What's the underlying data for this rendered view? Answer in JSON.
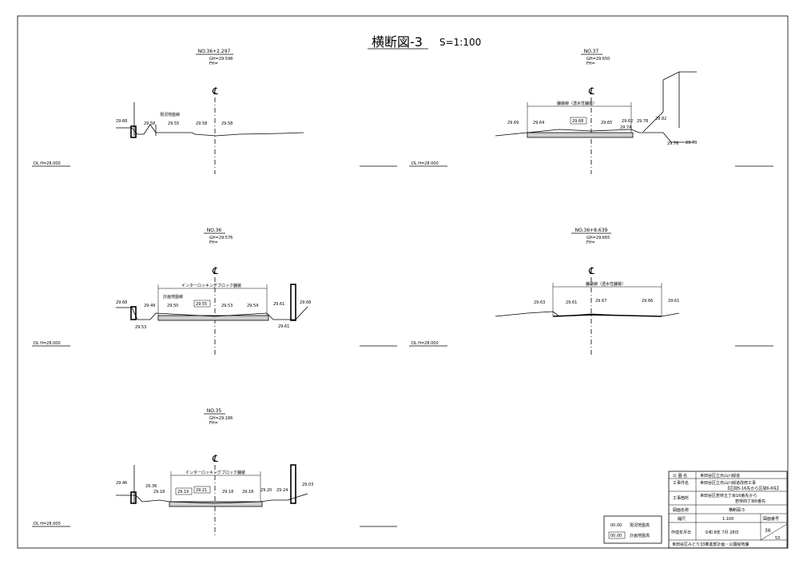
{
  "title": {
    "name": "横断図-3",
    "scale": "S=1:100"
  },
  "sections": [
    {
      "id": "no36p2297",
      "station": "NO.36+2.297",
      "gh": "GH=29.598",
      "fh": "FH=",
      "datum": "DL H=28.000",
      "labels": [
        "29.68",
        "29.58",
        "29.55",
        "29.58",
        "29.58"
      ],
      "note": "現況地盤線"
    },
    {
      "id": "no37",
      "station": "NO.37",
      "gh": "GH=29.650",
      "fh": "FH=",
      "datum": "DL H=28.000",
      "labels": [
        "29.69",
        "29.64",
        "29.68",
        "29.65",
        "29.62",
        "29.78",
        "29.74",
        "29.82",
        "29.76",
        "29.73"
      ],
      "note": "舗装線（透水性舗装）"
    },
    {
      "id": "no36",
      "station": "NO.36",
      "gh": "GH=29.576",
      "fh": "FH=",
      "datum": "DL H=28.000",
      "labels": [
        "29.68",
        "29.49",
        "29.50",
        "29.55",
        "29.53",
        "29.54",
        "29.61",
        "29.68",
        "29.53",
        "29.61"
      ],
      "note": "計画地盤線",
      "note2": "インターロッキングブロック舗装"
    },
    {
      "id": "no36p8639",
      "station": "NO.36+8.639",
      "gh": "GH=29.665",
      "fh": "FH=",
      "datum": "DL H=28.000",
      "labels": [
        "29.63",
        "29.61",
        "29.67",
        "29.66",
        "29.61"
      ],
      "note": "舗装線（透水性舗装）"
    },
    {
      "id": "no35",
      "station": "NO.35",
      "gh": "GH=29.186",
      "fh": "FH=",
      "datum": "DL H=28.000",
      "labels": [
        "29.46",
        "29.36",
        "29.18",
        "29.19",
        "29.21",
        "29.18",
        "29.18",
        "29.20",
        "29.24",
        "29.03"
      ],
      "note2": "インターロッキングブロック舗装"
    }
  ],
  "centerline_symbol": "℄",
  "legend": {
    "existing_value": "00.00",
    "existing_label": "現況地盤高",
    "planned_value": "00.00",
    "planned_label": "計画地盤高"
  },
  "title_block": {
    "r1_label": "公 園 名",
    "r1_value": "世田谷区立烏山川緑道",
    "r2_label": "工事件名",
    "r2_value_a": "世田谷区立烏山川緑道改修工事",
    "r2_value_b": "【区間5-16先から区間6-6先】",
    "r3_label": "工事箇所",
    "r3_value_a": "世田谷区若林五丁目16番先から",
    "r3_value_b": "若林四丁目6番先",
    "r4_label": "図面名称",
    "r4_value": "横断図-3",
    "r5_label": "縮尺",
    "r5_value": "1:100",
    "r5_extra": "図面番号",
    "r6_label": "作成年月日",
    "r6_value": "令和 8年 7月 28日",
    "sheet_no": "36",
    "sheet_total": "53",
    "r7_value": "世田谷区みどり33推進部計画・公園緑地課"
  }
}
